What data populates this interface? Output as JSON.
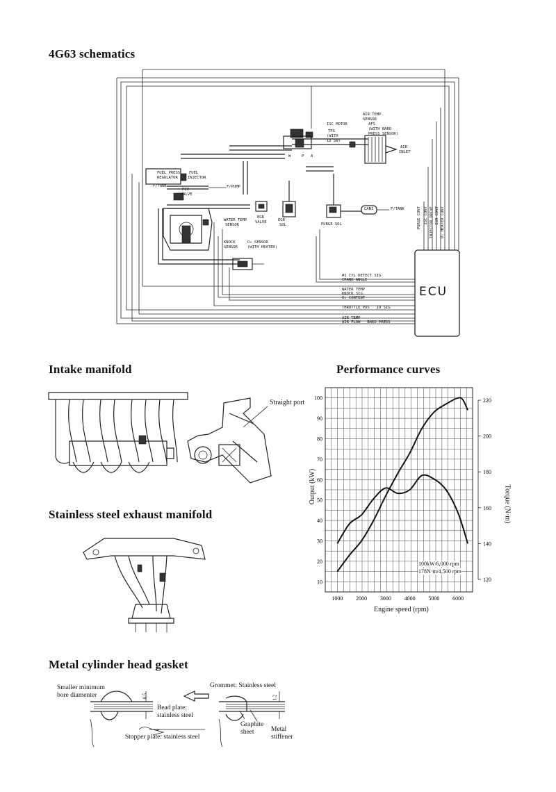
{
  "sections": {
    "schematics_title": "4G63 schematics",
    "intake_title": "Intake manifold",
    "performance_title": "Performance curves",
    "exhaust_title": "Stainless steel exhaust manifold",
    "gasket_title": "Metal cylinder head gasket"
  },
  "schematic": {
    "ecu": "ECU",
    "isc_motor": "ISC MOTOR",
    "tps": "TPS",
    "tps_note1": "(WITH",
    "tps_note2": "ID SW)",
    "air_temp_sensor1": "AIR TEMP",
    "air_temp_sensor2": "SENSOR",
    "afs": "AFS",
    "afs_note1": "(WITH BARO",
    "afs_note2": "PRESS SENSOR)",
    "air_inlet1": "AIR",
    "air_inlet2": "INLET",
    "fuel_press1": "FUEL PRESS",
    "fuel_press2": "REGULATOR",
    "fuel_injector1": "FUEL",
    "fuel_injector2": "INJECTOR",
    "f_tank": "F/TANK",
    "pcv1": "PCV",
    "pcv2": "VALVE",
    "f_pump": "F/PUMP",
    "egr_valve1": "EGR",
    "egr_valve2": "VALVE",
    "egr_sol1": "EGR",
    "egr_sol2": "SOL",
    "purge_sol": "PURGE SOL",
    "canister": "CANI",
    "f_tank2": "F/TANK",
    "water_temp_sensor1": "WATER TEMP",
    "water_temp_sensor2": "SENSOR",
    "knock_sensor1": "KNOCK",
    "knock_sensor2": "SENSOR",
    "o2_sensor1": "O₂ SENSOR",
    "o2_sensor2": "(WITH HEATER)",
    "w": "W",
    "p": "P",
    "a": "A",
    "outputs": [
      "PURGE CONT",
      "ISC CONT",
      "INJECTOR DRIVE",
      "EGR CONT",
      "O₂ HEATER CONT"
    ],
    "signals": [
      "#1 CYL DETECT SIG",
      "CRANK ANGLE",
      "WATER TEMP",
      "KNOCK SIG",
      "O₂ CONTENT",
      "THROTTLE POS   ID SIG",
      "AIR TEMP",
      "AIR FLOW   BARO PRESS"
    ]
  },
  "intake": {
    "straight_port": "Straight port"
  },
  "gasket": {
    "bore_label1": "Smaller minimum",
    "bore_label2": "bore diamenter",
    "bead_plate1": "Bead plate:",
    "bead_plate2": "stainless steel",
    "stopper_plate": "Stopper plate: stainless steel",
    "grommet": "Grommet: Stainless steel",
    "graphite1": "Graphite",
    "graphite2": "sheet",
    "metal1": "Metal",
    "metal2": "stiffener",
    "dim_a": "0.5",
    "dim_b": "1.2"
  },
  "chart_data": {
    "type": "line",
    "xlabel": "Engine speed (rpm)",
    "ylabel_left": "Output (kW)",
    "ylabel_right": "Torque (N·m)",
    "x_ticks": [
      1000,
      2000,
      3000,
      4000,
      5000,
      6000
    ],
    "y_left_ticks": [
      10,
      20,
      30,
      40,
      50,
      60,
      70,
      80,
      90,
      100
    ],
    "y_right_ticks": [
      120,
      140,
      160,
      180,
      200,
      220
    ],
    "xlim": [
      500,
      6600
    ],
    "ylim_left": [
      5,
      105
    ],
    "ylim_right": [
      113,
      227
    ],
    "grid": true,
    "annotations": [
      "100kW/6,000 rpm",
      "178N·m/4,500 rpm"
    ],
    "series": [
      {
        "axis": "left",
        "x": [
          1000,
          1500,
          2000,
          2500,
          3000,
          3500,
          4000,
          4500,
          5000,
          5500,
          6000,
          6200,
          6400
        ],
        "values": [
          15,
          23,
          30,
          40,
          52,
          63,
          73,
          85,
          93,
          97,
          100,
          99,
          94
        ]
      },
      {
        "axis": "right",
        "x": [
          1000,
          1500,
          2000,
          2500,
          3000,
          3500,
          4000,
          4500,
          5000,
          5500,
          6000,
          6400
        ],
        "values": [
          140,
          151,
          156,
          165,
          171,
          168,
          170,
          178,
          176,
          170,
          157,
          140
        ]
      }
    ]
  }
}
